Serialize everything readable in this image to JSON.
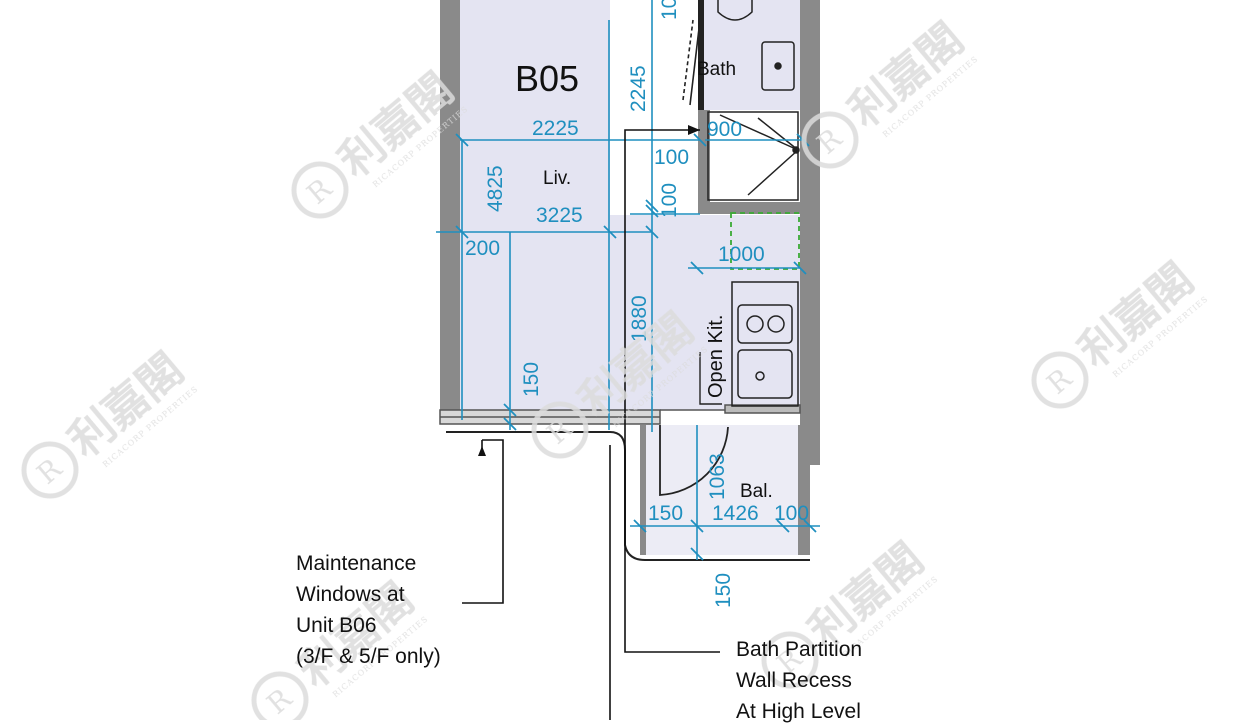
{
  "unit": "B05",
  "rooms": {
    "bath": "Bath",
    "living": "Liv.",
    "open_kitchen": "Open Kit.",
    "balcony": "Bal."
  },
  "dimensions": {
    "top_partial": "10",
    "bath_height": "2245",
    "living_width_upper": "2225",
    "door_width": "900",
    "wall_100_a": "100",
    "wall_100_b": "100",
    "living_height": "4825",
    "living_width": "3225",
    "left_200": "200",
    "kitchen_width": "1000",
    "kitchen_height": "1880",
    "left_150": "150",
    "balcony_depth": "1063",
    "balcony_150": "150",
    "balcony_1426": "1426",
    "balcony_100": "100",
    "bottom_150": "150"
  },
  "notes": {
    "maintenance": [
      "Maintenance",
      "Windows at",
      "Unit B06",
      "(3/F & 5/F only)"
    ],
    "bath_partition": [
      "Bath Partition",
      "Wall Recess",
      "At High Level"
    ]
  },
  "watermark": {
    "brand_cn": "利嘉閣",
    "brand_en": "RICACORP PROPERTIES"
  },
  "colors": {
    "wall": "#8a8a8a",
    "floor": "#e4e4f2",
    "dimension": "#1f8fbf",
    "kitchen_zone": "#3aaa35",
    "watermark": "#dcdcdc"
  }
}
